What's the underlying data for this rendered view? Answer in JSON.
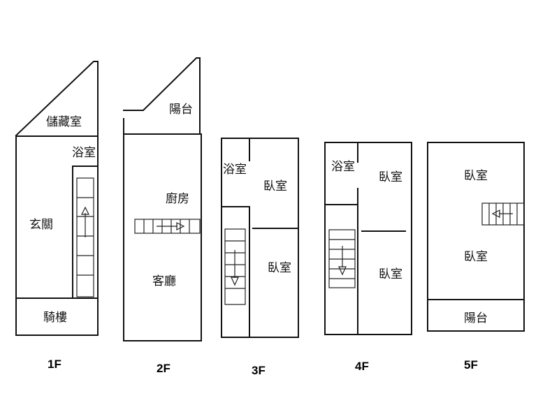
{
  "floors": {
    "f1": {
      "name": "1F",
      "rooms": {
        "storage": "儲藏室",
        "bathroom": "浴室",
        "entrance": "玄關",
        "arcade": "騎樓"
      }
    },
    "f2": {
      "name": "2F",
      "rooms": {
        "balcony": "陽台",
        "kitchen": "廚房",
        "living": "客廳"
      }
    },
    "f3": {
      "name": "3F",
      "rooms": {
        "bathroom": "浴室",
        "bedroom_top": "臥室",
        "bedroom_bottom": "臥室"
      }
    },
    "f4": {
      "name": "4F",
      "rooms": {
        "bathroom": "浴室",
        "bedroom_top": "臥室",
        "bedroom_bottom": "臥室"
      }
    },
    "f5": {
      "name": "5F",
      "rooms": {
        "bedroom_top": "臥室",
        "bedroom_bottom": "臥室",
        "balcony": "陽台"
      }
    }
  }
}
